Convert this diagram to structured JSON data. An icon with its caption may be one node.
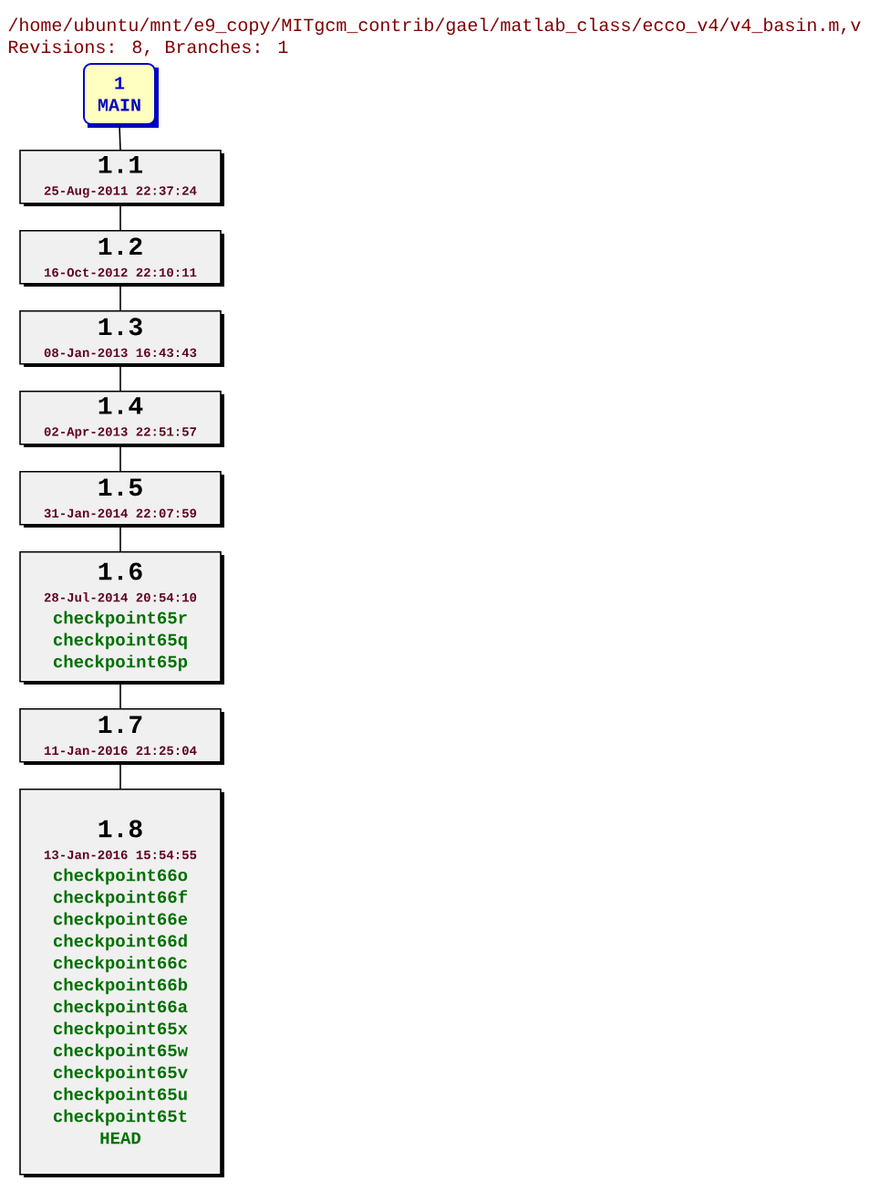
{
  "diagram": {
    "title": "/home/ubuntu/mnt/e9_copy/MITgcm_contrib/gael/matlab_class/ecco_v4/v4_basin.m,v",
    "nodes": [
      {
        "text": [
          "1",
          "MAIN"
        ]
      },
      {
        "text": [
          "1.1",
          "25-Aug-2011 22:37:24"
        ]
      },
      {
        "text": [
          "1.2",
          "16-Oct-2012 22:10:11"
        ]
      },
      {
        "text": [
          "1.3",
          "08-Jan-2013 16:43:43"
        ]
      },
      {
        "text": [
          "1.4",
          "02-Apr-2013 22:51:57"
        ]
      },
      {
        "text": [
          "1.5",
          "31-Jan-2014 22:07:59"
        ]
      },
      {
        "text": [
          "1.6",
          "28-Jul-2014 20:54:10",
          "checkpoint65r",
          "checkpoint65q",
          "checkpoint65p"
        ]
      },
      {
        "text": [
          "1.7",
          "11-Jan-2016 21:25:04"
        ]
      },
      {
        "text": [
          "1.8",
          "13-Jan-2016 15:54:55",
          "checkpoint66o",
          "checkpoint66f",
          "checkpoint66e",
          "checkpoint66d",
          "checkpoint66c",
          "checkpoint66b",
          "checkpoint66a",
          "checkpoint65x",
          "checkpoint65w",
          "checkpoint65v",
          "checkpoint65u",
          "checkpoint65t",
          "HEAD"
        ]
      }
    ],
    "edges": [
      {
        "from": 0,
        "to": 1,
        "arrow": "none"
      },
      {
        "from": 1,
        "to": 2,
        "arrow": "none"
      },
      {
        "from": 2,
        "to": 3,
        "arrow": "none"
      },
      {
        "from": 3,
        "to": 4,
        "arrow": "none"
      },
      {
        "from": 4,
        "to": 5,
        "arrow": "none"
      },
      {
        "from": 5,
        "to": 6,
        "arrow": "none"
      },
      {
        "from": 6,
        "to": 7,
        "arrow": "none"
      },
      {
        "from": 7,
        "to": 8,
        "arrow": "none"
      }
    ],
    "labels": [
      "Revisions: 8, Branches: 1"
    ]
  }
}
